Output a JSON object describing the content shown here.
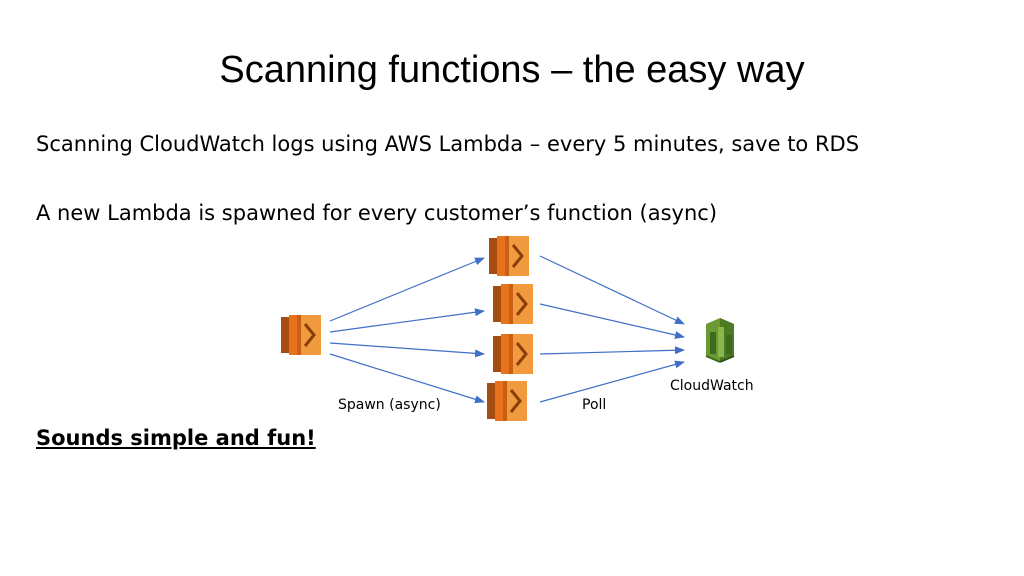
{
  "slide": {
    "title": "Scanning functions – the easy way",
    "bullets": [
      "Scanning CloudWatch logs using AWS Lambda – every 5 minutes, save to RDS",
      "A new Lambda is spawned for every customer’s function (async)"
    ],
    "closing": "Sounds simple and fun!"
  },
  "diagram": {
    "nodes": [
      {
        "id": "source",
        "icon": "aws-lambda-icon"
      },
      {
        "id": "worker-1",
        "icon": "aws-lambda-icon"
      },
      {
        "id": "worker-2",
        "icon": "aws-lambda-icon"
      },
      {
        "id": "worker-3",
        "icon": "aws-lambda-icon"
      },
      {
        "id": "worker-4",
        "icon": "aws-lambda-icon"
      },
      {
        "id": "cloudwatch",
        "icon": "aws-cloudwatch-icon"
      }
    ],
    "edges": [
      {
        "from": "source",
        "to": "worker-1"
      },
      {
        "from": "source",
        "to": "worker-2"
      },
      {
        "from": "source",
        "to": "worker-3"
      },
      {
        "from": "source",
        "to": "worker-4"
      },
      {
        "from": "worker-1",
        "to": "cloudwatch"
      },
      {
        "from": "worker-2",
        "to": "cloudwatch"
      },
      {
        "from": "worker-3",
        "to": "cloudwatch"
      },
      {
        "from": "worker-4",
        "to": "cloudwatch"
      }
    ],
    "labels": {
      "spawn": "Spawn (async)",
      "poll": "Poll",
      "cloudwatch": "CloudWatch"
    }
  },
  "colors": {
    "lambda_orange": "#E8731C",
    "lambda_dark": "#A54D10",
    "lambda_light": "#F29A3E",
    "cloudwatch_green": "#6B9A34",
    "cloudwatch_dark": "#3F6A1C",
    "arrow_blue": "#3F6FC6"
  }
}
